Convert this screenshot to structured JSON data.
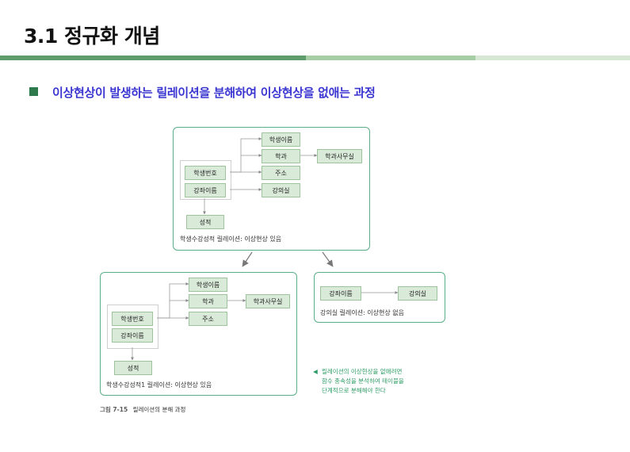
{
  "title": "3.1 정규화 개념",
  "subtitle": "이상현상이 발생하는 릴레이션을 분해하여 이상현상을 없애는 과정",
  "colors": {
    "accent_dark": "#2e7a4c",
    "subtitle": "#3a35d1",
    "node_fill": "#d9ead9",
    "panel_border": "#5aaf8a",
    "note": "#2e9c66"
  },
  "top_panel": {
    "nodes": {
      "student_name": "학생이름",
      "dept": "학과",
      "dept_office": "학과사무실",
      "student_no": "학생번호",
      "address": "주소",
      "course_name": "강좌이름",
      "classroom": "강의실",
      "grade": "성적"
    },
    "caption": "학생수강성적 릴레이션: 이상현상 있음"
  },
  "left_panel": {
    "nodes": {
      "student_name": "학생이름",
      "dept": "학과",
      "dept_office": "학과사무실",
      "student_no": "학생번호",
      "address": "주소",
      "course_name": "강좌이름",
      "grade": "성적"
    },
    "caption": "학생수강성적1 릴레이션: 이상현상 있음"
  },
  "right_panel": {
    "nodes": {
      "course_name": "강좌이름",
      "classroom": "강의실"
    },
    "caption": "강의실 릴레이션: 이상현상 없음"
  },
  "note_marker": "◀",
  "note_lines": [
    "릴레이션의 이상현상을 없애려면",
    "함수 종속성을 분석하여 테이블을",
    "단계적으로 분해해야 한다"
  ],
  "figure_label": "그림 7-15",
  "figure_title": "릴레이션의 분해 과정"
}
